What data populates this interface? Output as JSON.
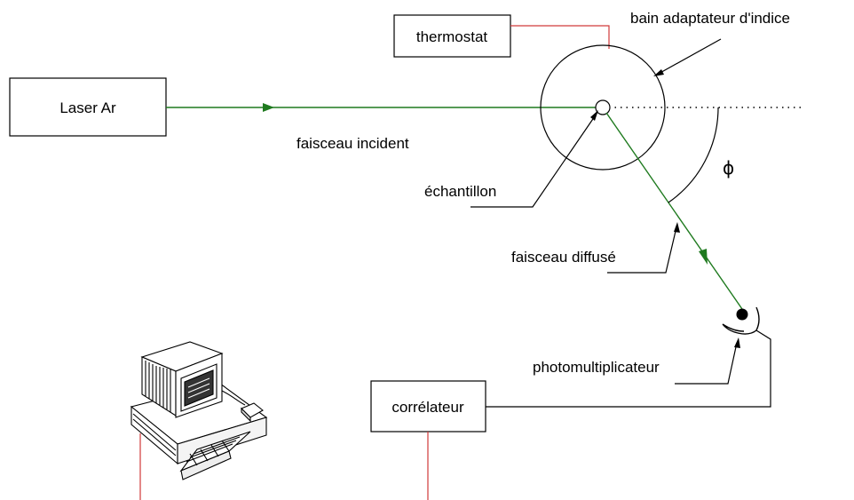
{
  "colors": {
    "beam": "#1f7a1f",
    "wire": "#d03a3a",
    "ink": "#000000",
    "background": "#ffffff"
  },
  "labels": {
    "laser": "Laser Ar",
    "thermostat": "thermostat",
    "bath": "bain adaptateur d'indice",
    "incident_beam": "faisceau incident",
    "sample": "échantillon",
    "angle": "ϕ",
    "scattered_beam": "faisceau diffusé",
    "photomultiplier": "photomultiplicateur",
    "correlator": "corrélateur"
  },
  "icons": {
    "computer": "computer-icon",
    "detector": "photomultiplier-icon"
  }
}
